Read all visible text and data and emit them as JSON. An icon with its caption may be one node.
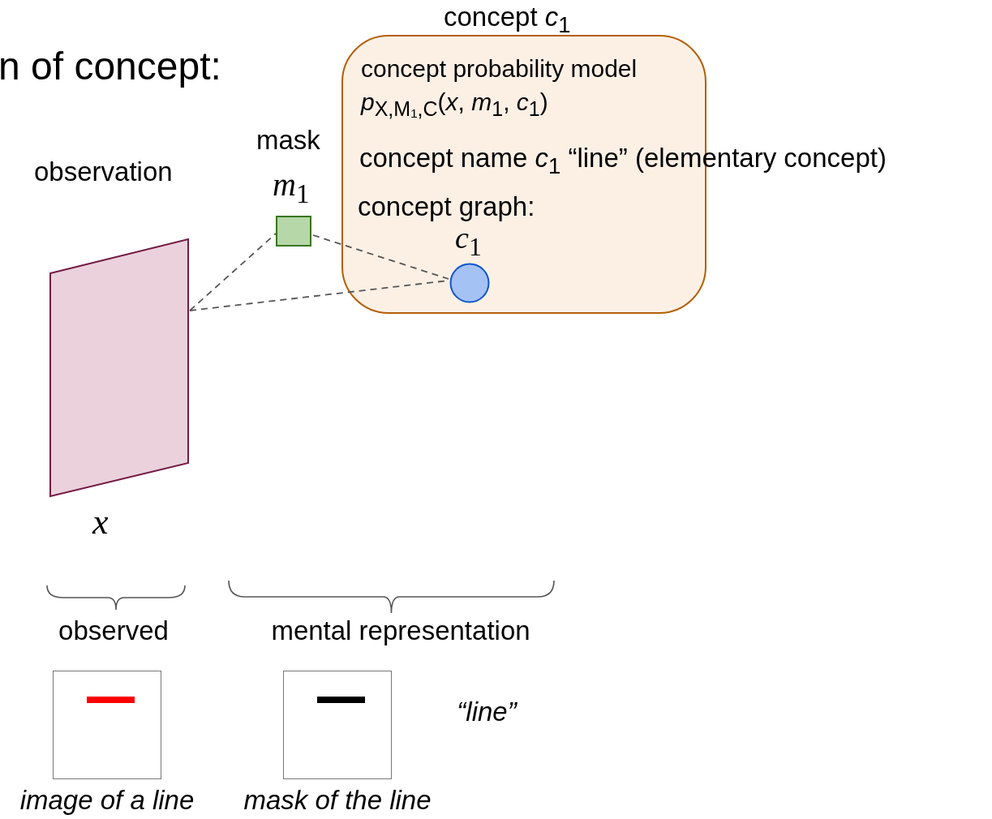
{
  "diagram": {
    "title": "n of concept:",
    "nodes": [
      {
        "text": [
          "concept *c*$_{1}$",
          "concept probability model *p*$_{X,M₁,C}$(*x*, *m*$_{1}$, *c*$_{1}$)",
          "concept name  *c*$_{1}$  “line” (elementary concept)",
          "concept graph:"
        ]
      },
      {
        "text": [
          "*c*$_{1}$"
        ],
        "in": 0
      },
      {
        "text": [
          "mask",
          "*m*$_{1}$"
        ]
      },
      {
        "text": [
          "observation",
          "*x*"
        ]
      },
      {
        "text": [
          "image of a line"
        ]
      },
      {
        "text": [
          "mask of the line"
        ]
      }
    ],
    "edges": [
      {
        "from": 3,
        "to": 2,
        "arrow": "none",
        "style": "dashed"
      },
      {
        "from": 2,
        "to": 1,
        "arrow": "none",
        "style": "dashed"
      },
      {
        "from": 3,
        "to": 1,
        "arrow": "none",
        "style": "dashed"
      }
    ],
    "labels": [
      "observed",
      "mental representation",
      "“line”"
    ]
  }
}
